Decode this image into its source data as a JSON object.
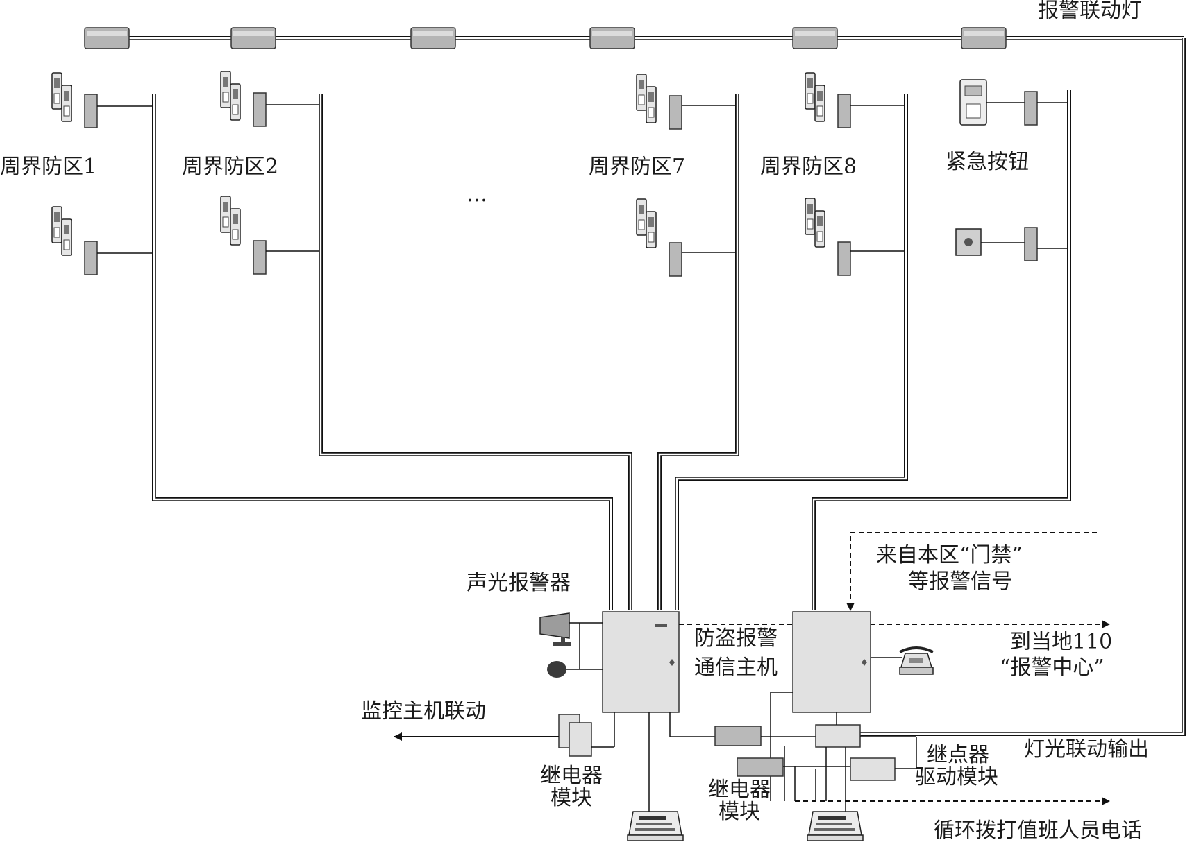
{
  "labels": {
    "alarm_light": "报警联动灯",
    "zone1": "周界防区1",
    "zone2": "周界防区2",
    "zone7": "周界防区7",
    "zone8": "周界防区8",
    "emergency": "紧急按钮",
    "ellipsis": "…",
    "siren": "声光报警器",
    "host_line1": "防盗报警",
    "host_line2": "通信主机",
    "monitor_link": "监控主机联动",
    "relay_left_line1": "继电器",
    "relay_left_line2": "模块",
    "relay_right_line1": "继电器",
    "relay_right_line2": "模块",
    "relay_drive_line1": "继点器",
    "relay_drive_line2": "驱动模块",
    "access_line1": "来自本区“门禁”",
    "access_line2": "等报警信号",
    "to110_line1": "到当地110",
    "to110_line2": "“报警中心”",
    "light_output": "灯光联动输出",
    "dial_duty": "循环拨打值班人员电话"
  },
  "icons": {
    "alarm_lamp": "alarm-lamp-icon",
    "detector": "infrared-detector-icon",
    "terminal": "terminal-block-icon",
    "emergency_panel": "emergency-panel-icon",
    "emergency_button": "emergency-button-icon",
    "horn": "horn-speaker-icon",
    "strobe": "strobe-light-icon",
    "controller": "alarm-controller-icon",
    "phone": "telephone-icon",
    "keypad": "keypad-icon",
    "relay": "relay-module-icon",
    "arrow": "arrow-icon"
  },
  "colors": {
    "wire": "#111111",
    "device_fill": "#b9b9b9",
    "box_fill": "#e1e1e1"
  }
}
